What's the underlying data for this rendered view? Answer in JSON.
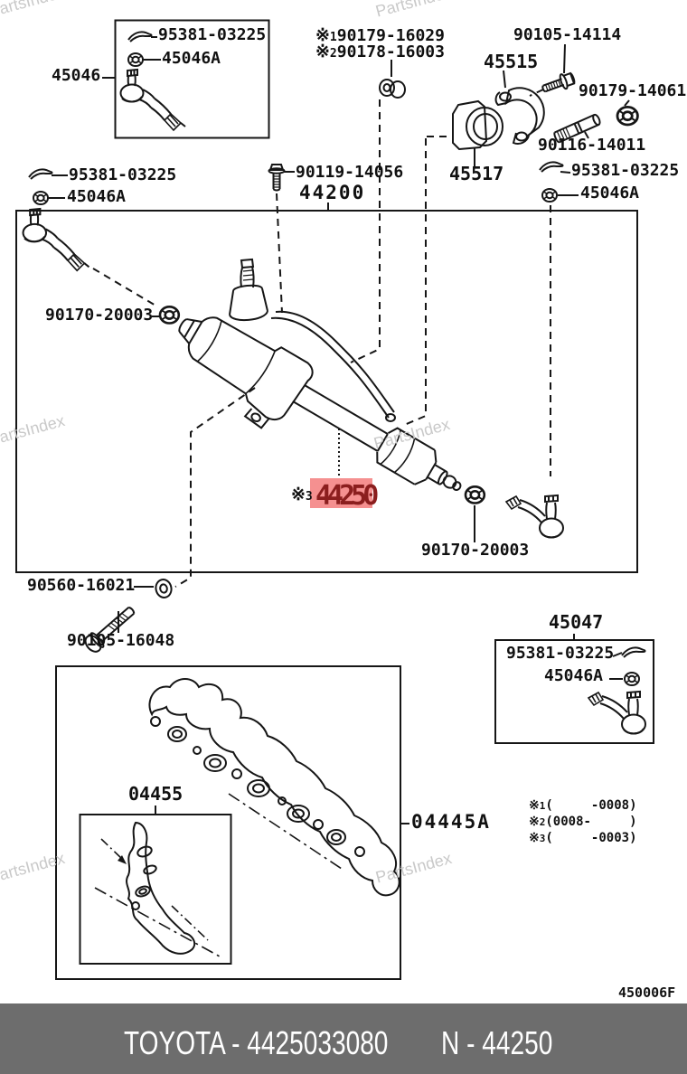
{
  "watermark": "PartsIndex",
  "footer": {
    "left": "TOYOTA - 4425033080",
    "right": "N - 44250",
    "bg_color": "#6d6d6d",
    "text_color": "#ffffff"
  },
  "drawing_code": "450006F",
  "highlight": {
    "bg_color": "#f59090",
    "text_color": "#8b1e1e"
  },
  "marker": {
    "sym": "※",
    "n1": "1",
    "n2": "2",
    "n3": "3"
  },
  "labels": {
    "p45046": "45046",
    "p95381_03225": "95381-03225",
    "p45046A": "45046A",
    "p90179_16029": "90179-16029",
    "p90178_16003": "90178-16003",
    "p90105_14114": "90105-14114",
    "p45515": "45515",
    "p90179_14061": "90179-14061",
    "p90116_14011": "90116-14011",
    "p45517": "45517",
    "p90119_14056": "90119-14056",
    "p44200": "44200",
    "p90170_20003": "90170-20003",
    "p44250": "44250",
    "p90560_16021": "90560-16021",
    "p90105_16048": "90105-16048",
    "p04455": "04455",
    "p04445A": "04445A",
    "p45047": "45047"
  },
  "legend": {
    "row1": {
      "sym": "※",
      "num": "1",
      "range": "(     -0008)"
    },
    "row2": {
      "sym": "※",
      "num": "2",
      "range": "(0008-     )"
    },
    "row3": {
      "sym": "※",
      "num": "3",
      "range": "(     -0003)"
    }
  }
}
